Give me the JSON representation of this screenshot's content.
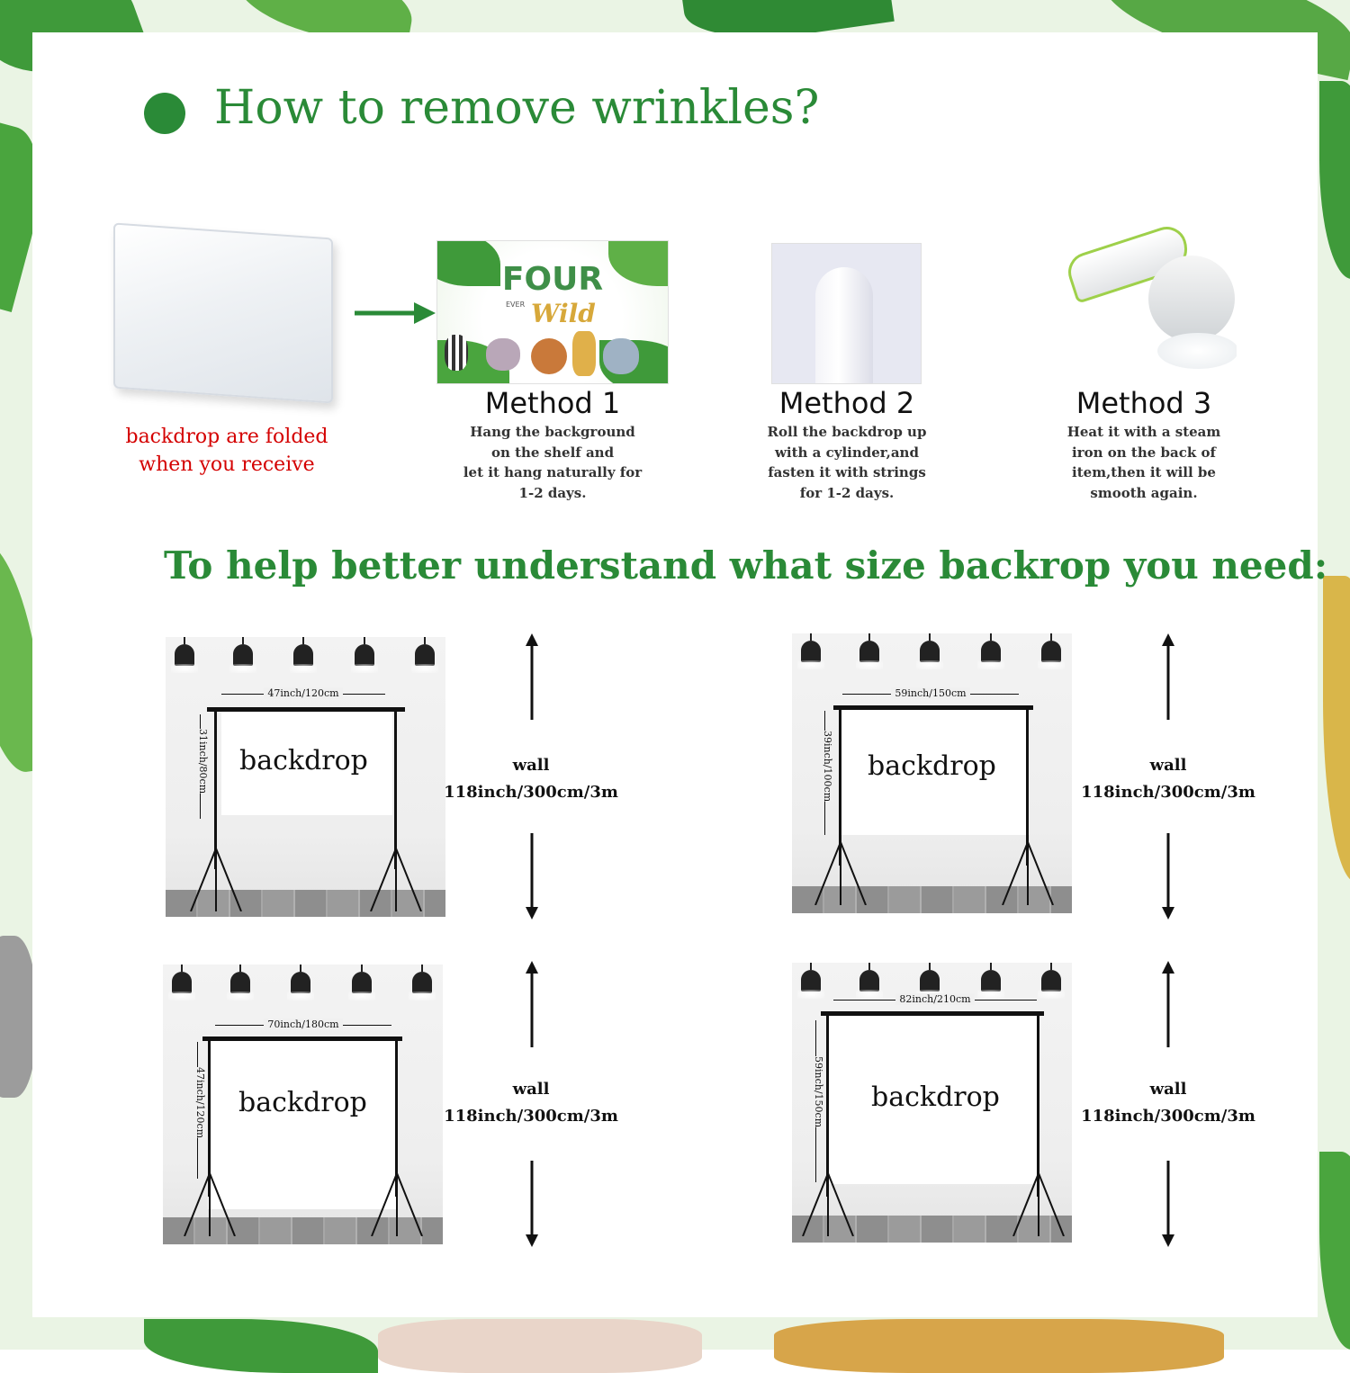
{
  "heading": {
    "title": "How to remove wrinkles?"
  },
  "folded": {
    "note_line1": "backdrop are folded",
    "note_line2": "when you receive"
  },
  "methods": [
    {
      "title": "Method 1",
      "lines": [
        "Hang the background",
        "on the shelf and",
        "let it hang naturally for",
        "1-2 days."
      ]
    },
    {
      "title": "Method 2",
      "lines": [
        "Roll the backdrop up",
        "with a cylinder,and",
        "fasten it with strings",
        "for 1-2 days."
      ]
    },
    {
      "title": "Method 3",
      "lines": [
        "Heat it with a steam",
        "iron on the back of",
        "item,then it will be",
        "smooth again."
      ]
    }
  ],
  "method1_thumb": {
    "big": "FOUR",
    "small": "EVER",
    "script": "Wild"
  },
  "size_heading": "To help better understand what size backrop you need:",
  "sizes": [
    {
      "width": "47inch/120cm",
      "height": "31inch/80cm",
      "label": "backdrop",
      "wall_label": "wall",
      "wall_size": "118inch/300cm/3m"
    },
    {
      "width": "59inch/150cm",
      "height": "39inch/100cm",
      "label": "backdrop",
      "wall_label": "wall",
      "wall_size": "118inch/300cm/3m"
    },
    {
      "width": "70inch/180cm",
      "height": "47inch/120cm",
      "label": "backdrop",
      "wall_label": "wall",
      "wall_size": "118inch/300cm/3m"
    },
    {
      "width": "82inch/210cm",
      "height": "59inch/150cm",
      "label": "backdrop",
      "wall_label": "wall",
      "wall_size": "118inch/300cm/3m"
    }
  ],
  "colors": {
    "accent_green": "#2a8a37",
    "note_red": "#d40000"
  }
}
